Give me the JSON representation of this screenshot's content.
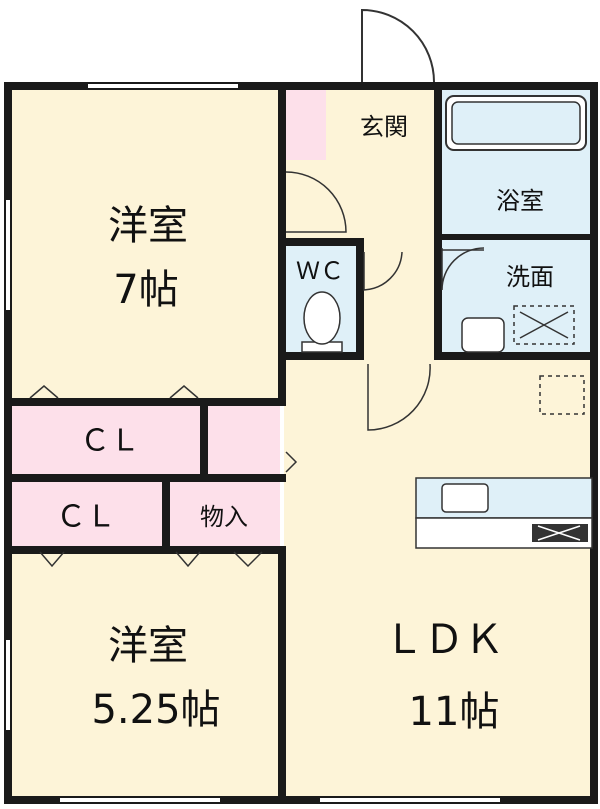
{
  "rooms": {
    "bedroom1": {
      "name": "洋室",
      "size": "7帖"
    },
    "bedroom2": {
      "name": "洋室",
      "size": "5.25帖"
    },
    "ldk": {
      "name": "ＬＤＫ",
      "size": "11帖"
    },
    "closet1": {
      "name": "ＣＬ"
    },
    "closet2": {
      "name": "ＣＬ"
    },
    "storage": {
      "name": "物入"
    },
    "entrance": {
      "name": "玄関"
    },
    "bath": {
      "name": "浴室"
    },
    "washroom": {
      "name": "洗面"
    },
    "toilet": {
      "name": "ＷＣ"
    }
  },
  "colors": {
    "bedroom_fill": "#fdf4d8",
    "closet_fill": "#fde0ea",
    "wet_fill": "#dff0f8",
    "wall": "#1a1a1a"
  }
}
